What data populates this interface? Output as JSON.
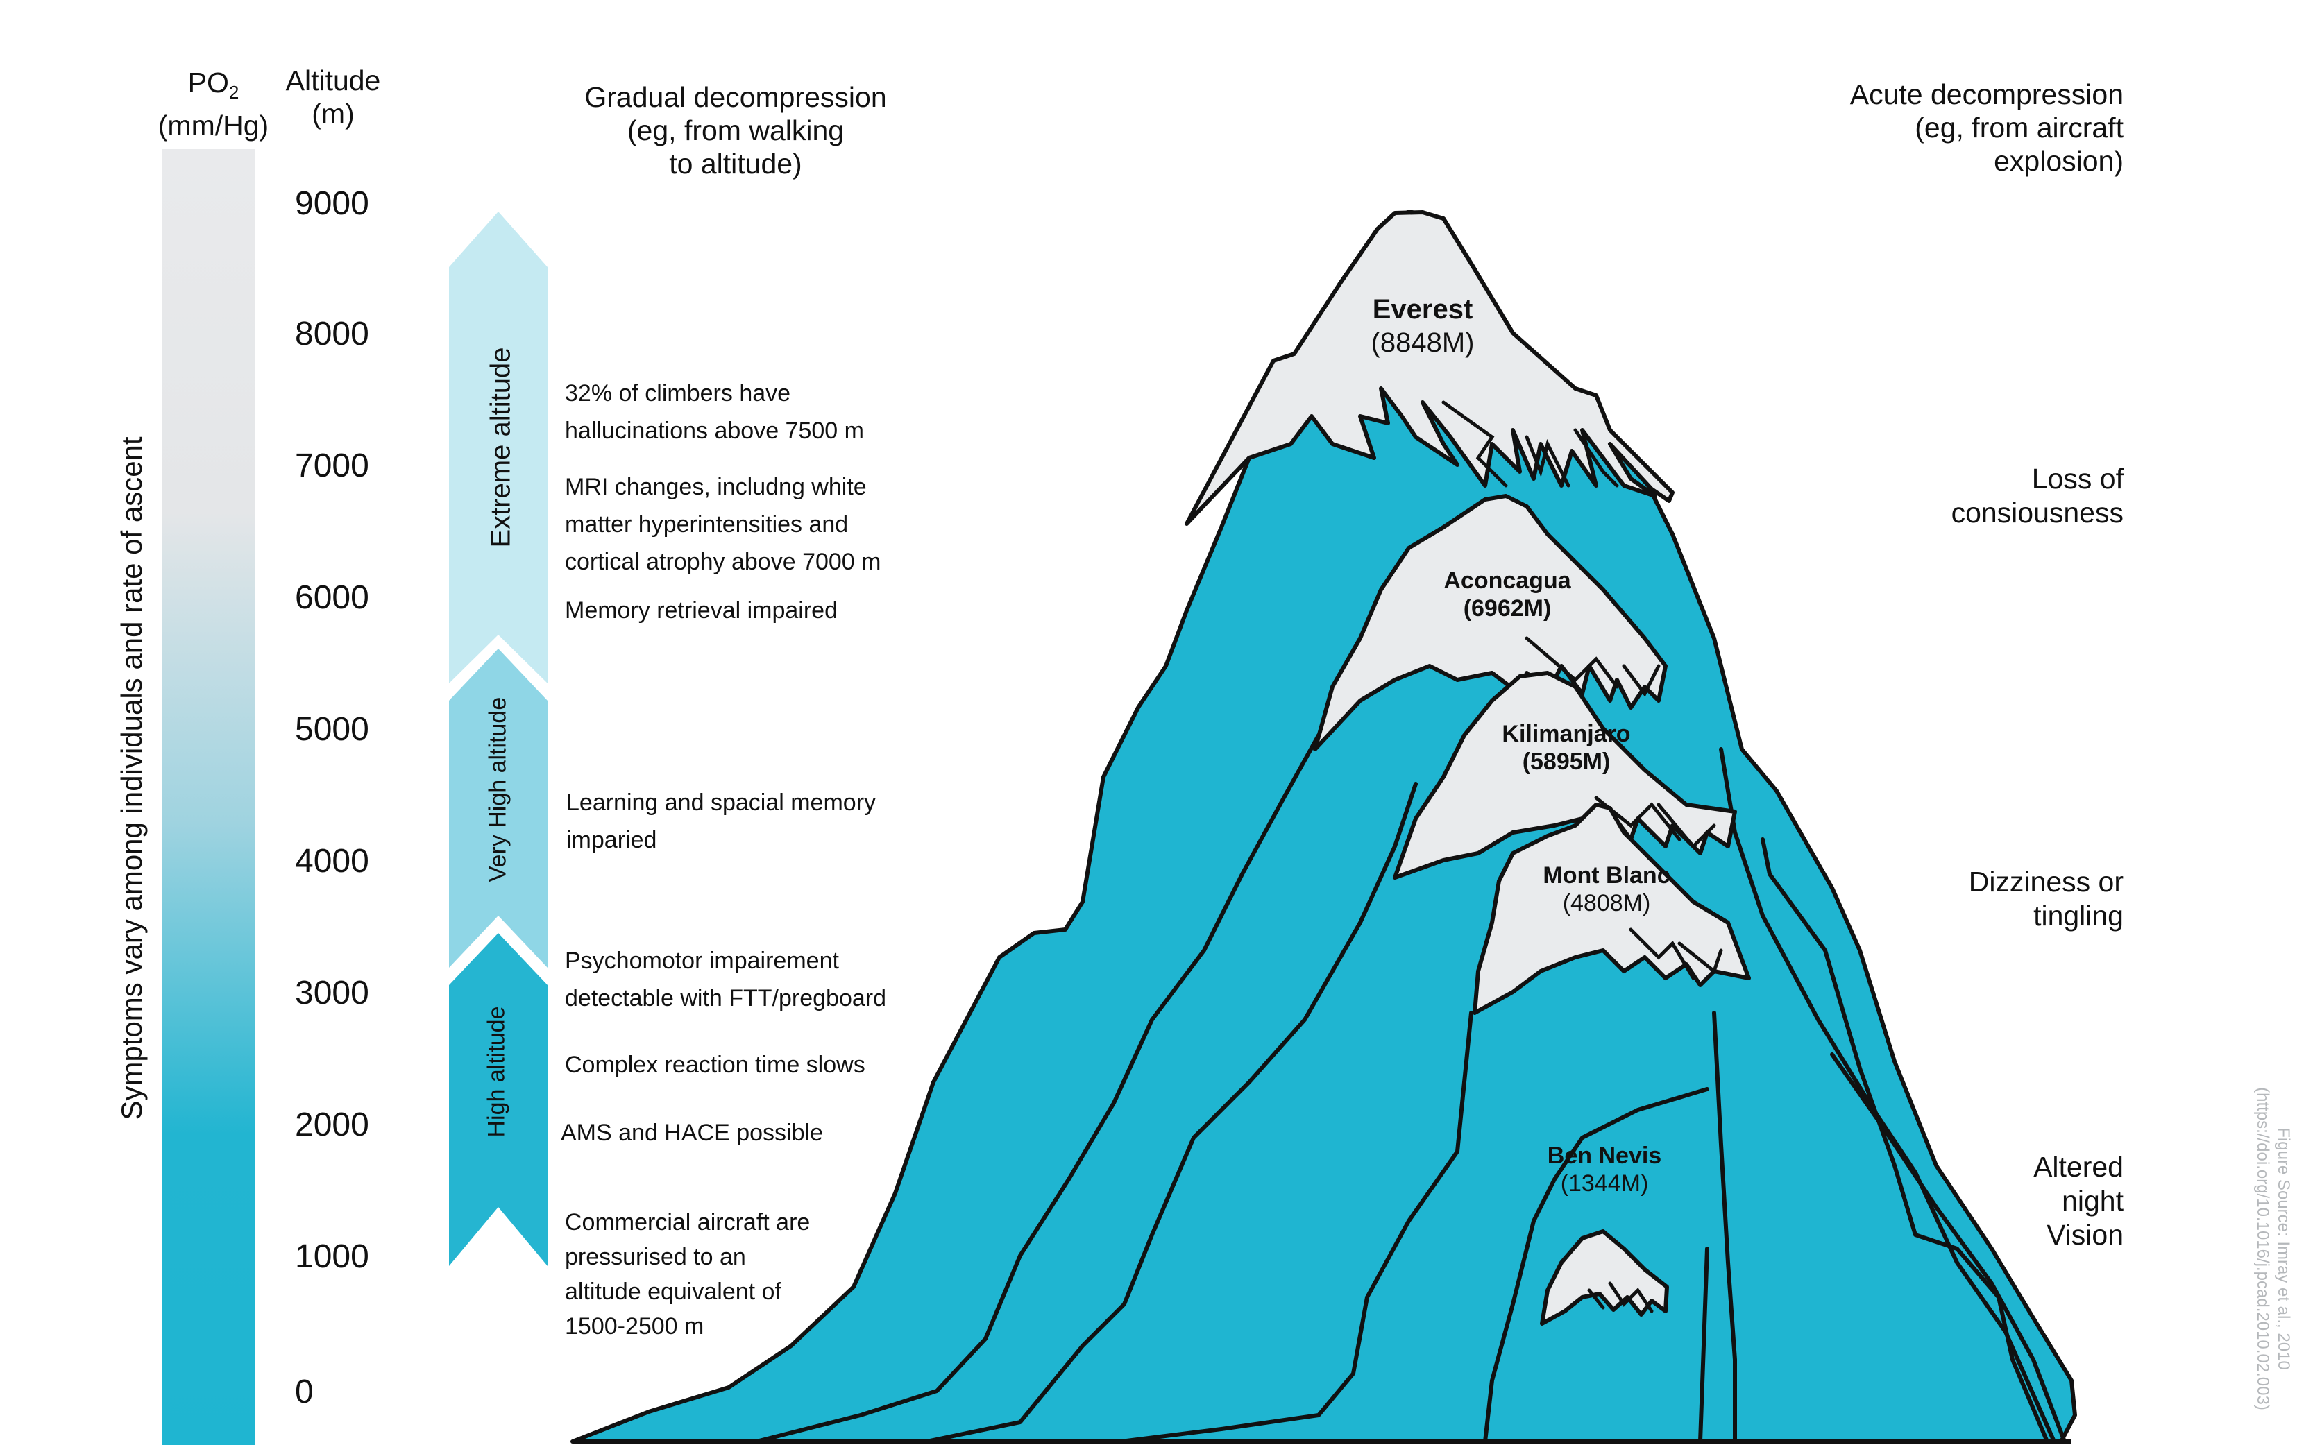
{
  "header": {
    "po2_label": "PO",
    "po2_sub": "2",
    "po2_unit": "(mm/Hg)",
    "altitude_label": "Altitude",
    "altitude_unit": "(m)",
    "gradual": [
      "Gradual decompression",
      "(eg, from walking",
      "to altitude)"
    ],
    "acute": [
      "Acute decompression",
      "(eg, from aircraft",
      "explosion)"
    ]
  },
  "side_label": "Symptoms vary among individuals and rate of ascent",
  "altitude_ticks": [
    "9000",
    "8000",
    "7000",
    "6000",
    "5000",
    "4000",
    "3000",
    "2000",
    "1000",
    "0"
  ],
  "zones": [
    {
      "label": "Extreme altitude",
      "color": "#c5eaf2"
    },
    {
      "label": "Very High altitude",
      "color": "#8fd6e6"
    },
    {
      "label": "High altitude",
      "color": "#25b5d1"
    }
  ],
  "notes": [
    {
      "lines": [
        "32% of climbers have",
        "hallucinations above 7500 m"
      ]
    },
    {
      "lines": [
        "MRI changes, includng white",
        "matter hyperintensities and",
        "cortical atrophy above 7000 m"
      ]
    },
    {
      "lines": [
        "Memory retrieval impaired"
      ]
    },
    {
      "lines": [
        "Learning and spacial memory",
        "imparied"
      ]
    },
    {
      "lines": [
        "Psychomotor impairement",
        "detectable with FTT/pregboard"
      ]
    },
    {
      "lines": [
        "Complex reaction time slows"
      ]
    },
    {
      "lines": [
        "AMS and HACE possible"
      ]
    },
    {
      "lines": [
        "Commercial aircraft are",
        "pressurised to an",
        "altitude equivalent of",
        "1500-2500 m"
      ]
    }
  ],
  "mountains": [
    {
      "name": "Everest",
      "altitude": "(8848M)"
    },
    {
      "name": "Aconcagua",
      "altitude": "(6962M)"
    },
    {
      "name": "Kilimanjaro",
      "altitude": "(5895M)"
    },
    {
      "name": "Mont Blanc",
      "altitude": "(4808M)"
    },
    {
      "name": "Ben Nevis",
      "altitude": "(1344M)"
    }
  ],
  "symptoms": [
    {
      "lines": [
        "Loss of",
        "consiousness"
      ]
    },
    {
      "lines": [
        "Dizziness or",
        "tingling"
      ]
    },
    {
      "lines": [
        "Altered",
        "night",
        "Vision"
      ]
    }
  ],
  "source": [
    "Figure Source: Imray et al., 2010",
    "(https://doi.org/10.1016/j.pcad.2010.02.003)"
  ],
  "colors": {
    "mountain": "#1fb5d1",
    "snow": "#e9ebed",
    "outline": "#111111",
    "bar_top": "#e9eaec",
    "bar_bottom": "#1fb5d1"
  }
}
